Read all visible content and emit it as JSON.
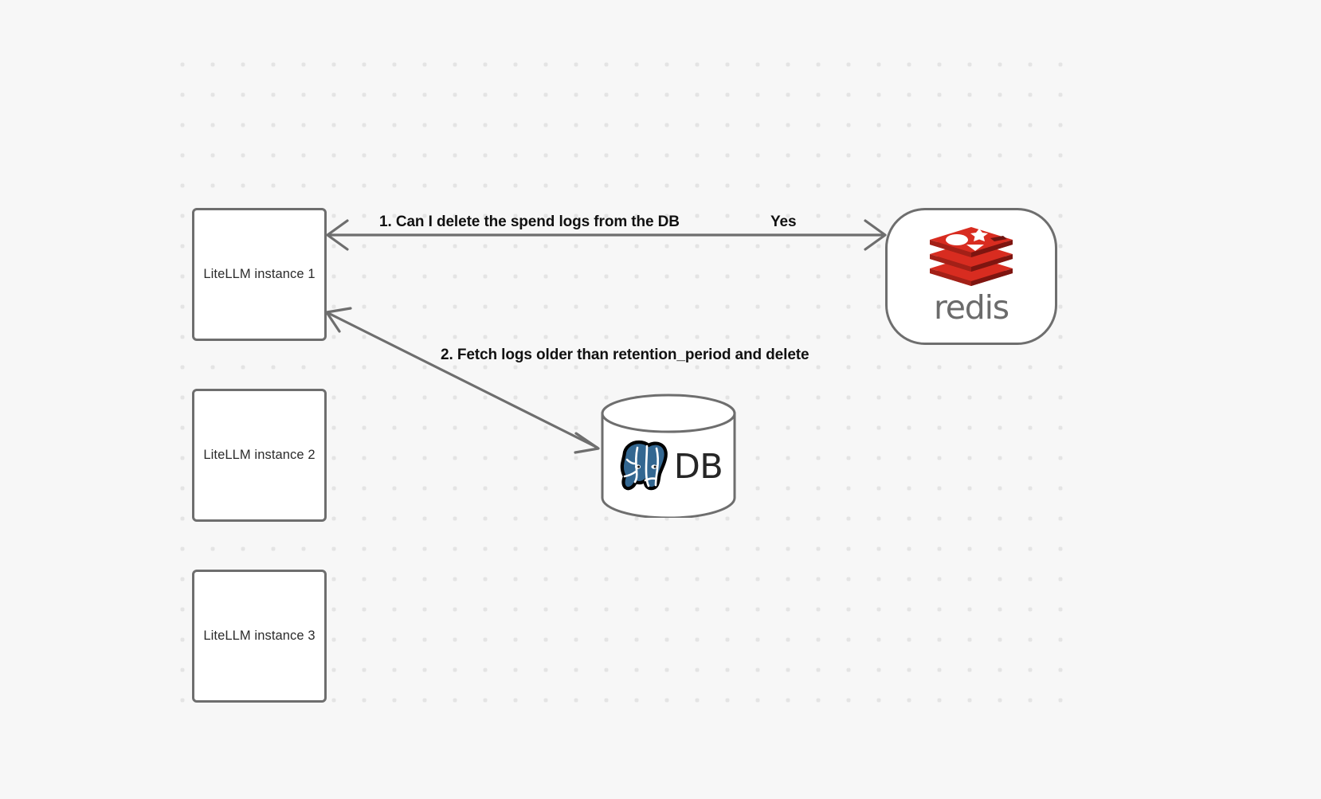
{
  "diagram": {
    "background_color": "#f7f7f7",
    "dot_color": "#e4e4e4",
    "stroke_color": "#6e6e6e",
    "nodes": [
      {
        "id": "instance-1",
        "label": "LiteLLM instance 1",
        "shape": "rounded-rect"
      },
      {
        "id": "instance-2",
        "label": "LiteLLM instance 2",
        "shape": "rounded-rect"
      },
      {
        "id": "instance-3",
        "label": "LiteLLM instance 3",
        "shape": "rounded-rect"
      },
      {
        "id": "redis",
        "label": "redis",
        "shape": "stadium",
        "logo": "redis-logo-icon",
        "brand_color": "#d82c20"
      },
      {
        "id": "database",
        "label": "DB",
        "shape": "cylinder",
        "logo": "postgresql-elephant-icon",
        "brand_color": "#336791"
      }
    ],
    "edges": [
      {
        "id": "edge-1",
        "from": "instance-1",
        "to": "redis",
        "label": "1.  Can I delete the spend logs from the DB",
        "reply_label": "Yes",
        "direction": "bidirectional"
      },
      {
        "id": "edge-2",
        "from": "database",
        "to": "instance-1",
        "label": "2.  Fetch logs older than retention_period and delete",
        "direction": "bidirectional"
      }
    ]
  }
}
